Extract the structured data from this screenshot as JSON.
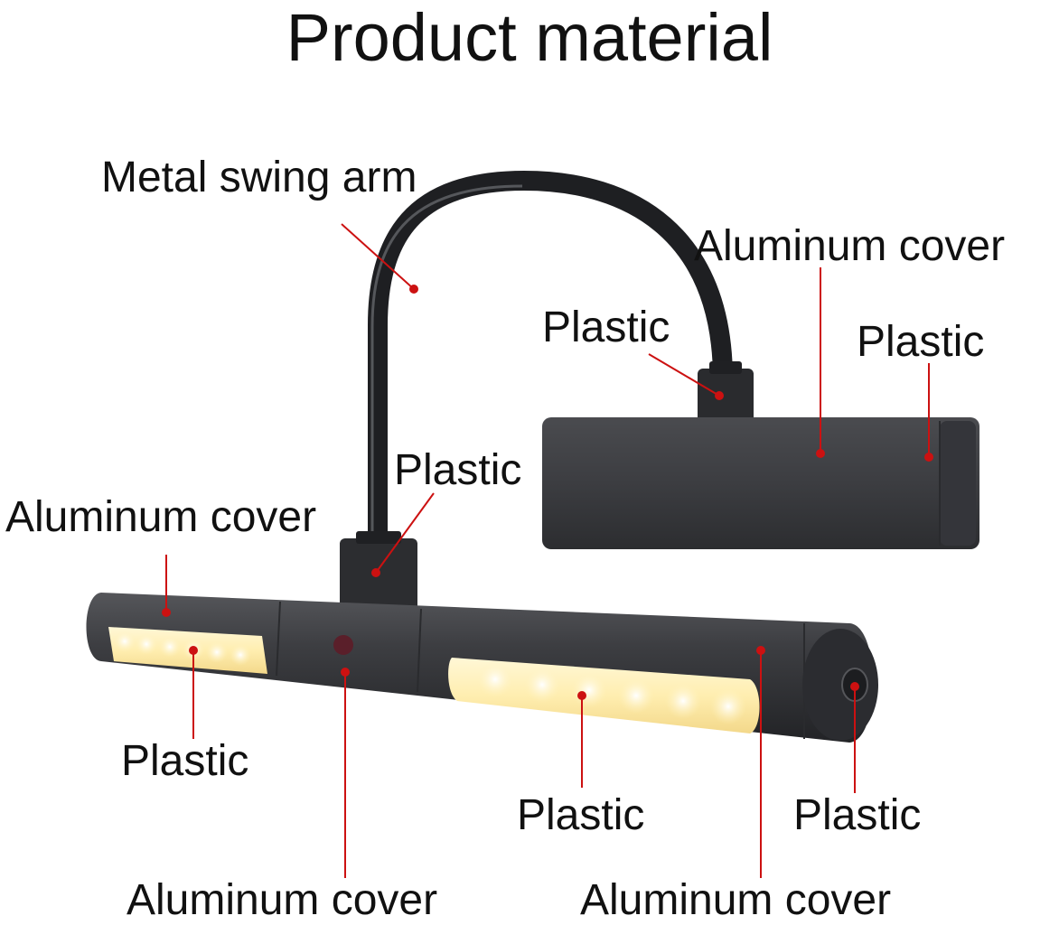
{
  "title": "Product material",
  "labels": {
    "metal_swing_arm": "Metal swing arm",
    "aluminum_cover_top_right": "Aluminum cover",
    "plastic_joint_top": "Plastic",
    "plastic_box_end": "Plastic",
    "plastic_joint_bottom": "Plastic",
    "aluminum_cover_left": "Aluminum cover",
    "plastic_led_left": "Plastic",
    "plastic_led_right": "Plastic",
    "plastic_switch": "Plastic",
    "aluminum_cover_bottom_middle": "Aluminum cover",
    "aluminum_cover_bottom_right": "Aluminum cover"
  },
  "colors": {
    "body": "#3a3b3e",
    "body_dark": "#26272a",
    "led_glow": "#fff3c4",
    "leader_line": "#cc1111",
    "leader_dot": "#cc1111",
    "text": "#111111"
  }
}
